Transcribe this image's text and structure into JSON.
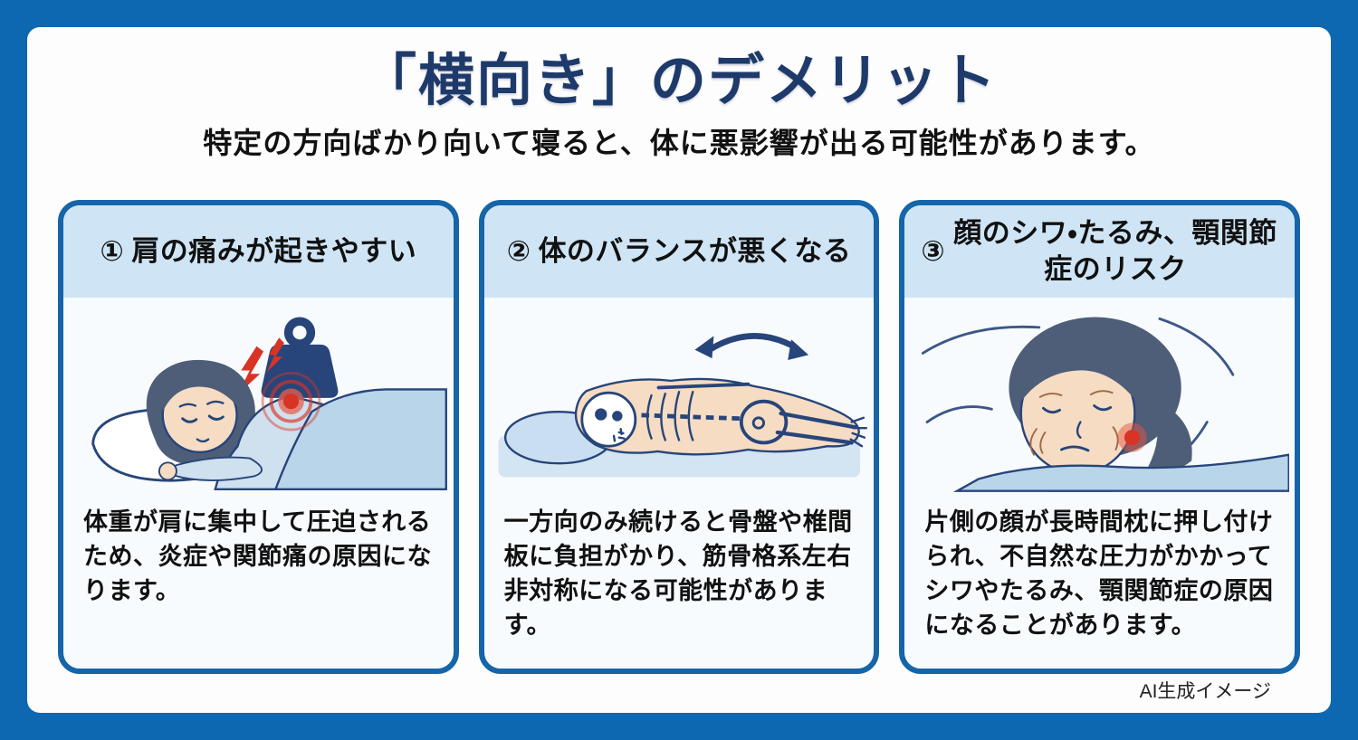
{
  "header": {
    "title": "「横向き」のデメリット",
    "subtitle": "特定の方向ばかり向いて寝ると、体に悪影響が出る可能性があります。"
  },
  "cards": [
    {
      "number": "①",
      "heading": "肩の痛みが起きやすい",
      "body": "体重が肩に集中して圧迫されるため、炎症や関節痛の原因になります。",
      "illustration": "sleeping-woman-with-weight-on-shoulder"
    },
    {
      "number": "②",
      "heading": "体のバランスが悪くなる",
      "body": "一方向のみ続けると骨盤や椎間板に負担がかり、筋骨格系左右非対称になる可能性があります。",
      "illustration": "side-lying-skeleton-with-tilt-arrow"
    },
    {
      "number": "③",
      "heading": "顔のシワ・たるみ、顎関節症のリスク",
      "body": "片側の顔が長時間枕に押し付けられ、不自然な圧力がかかってシワやたるみ、顎関節症の原因になることがあります。",
      "illustration": "elderly-face-pressed-on-pillow"
    }
  ],
  "footer": {
    "credit": "AI生成イメージ"
  },
  "colors": {
    "frame": "#0d67b1",
    "content-bg": "#fdfdfd",
    "title": "#1e3a6b",
    "text": "#111111",
    "card-border": "#1565a8",
    "card-header-bg": "#cfe5f5",
    "card-bg": "#f8fbfd",
    "accent-red": "#d93325",
    "illustration-navy": "#27457a",
    "skin": "#f6dcc3",
    "hair": "#4e5e78",
    "blanket-blue": "#b9d5ea",
    "pillow-blue": "#c9def0"
  }
}
